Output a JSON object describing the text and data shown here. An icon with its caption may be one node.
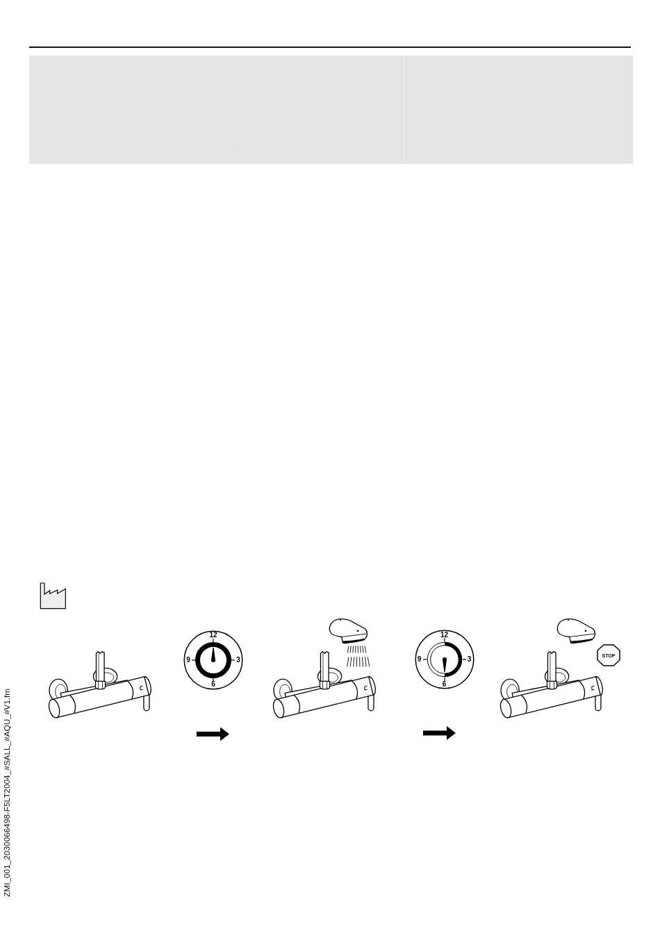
{
  "diagram": {
    "nodes": [
      {
        "text": [],
        "shape": "picture"
      },
      {
        "text": [
          "12",
          "9",
          "3",
          "6"
        ]
      },
      {
        "text": [],
        "shape": "picture"
      },
      {
        "text": [
          "12",
          "9",
          "3",
          "6"
        ]
      },
      {
        "text": [],
        "shape": "picture"
      },
      {
        "text": [
          "STOP"
        ]
      }
    ],
    "labels": [
      "ZMI_001_2030066498-F5LT2004_#SALL_#AQU_#V1.fm"
    ]
  }
}
